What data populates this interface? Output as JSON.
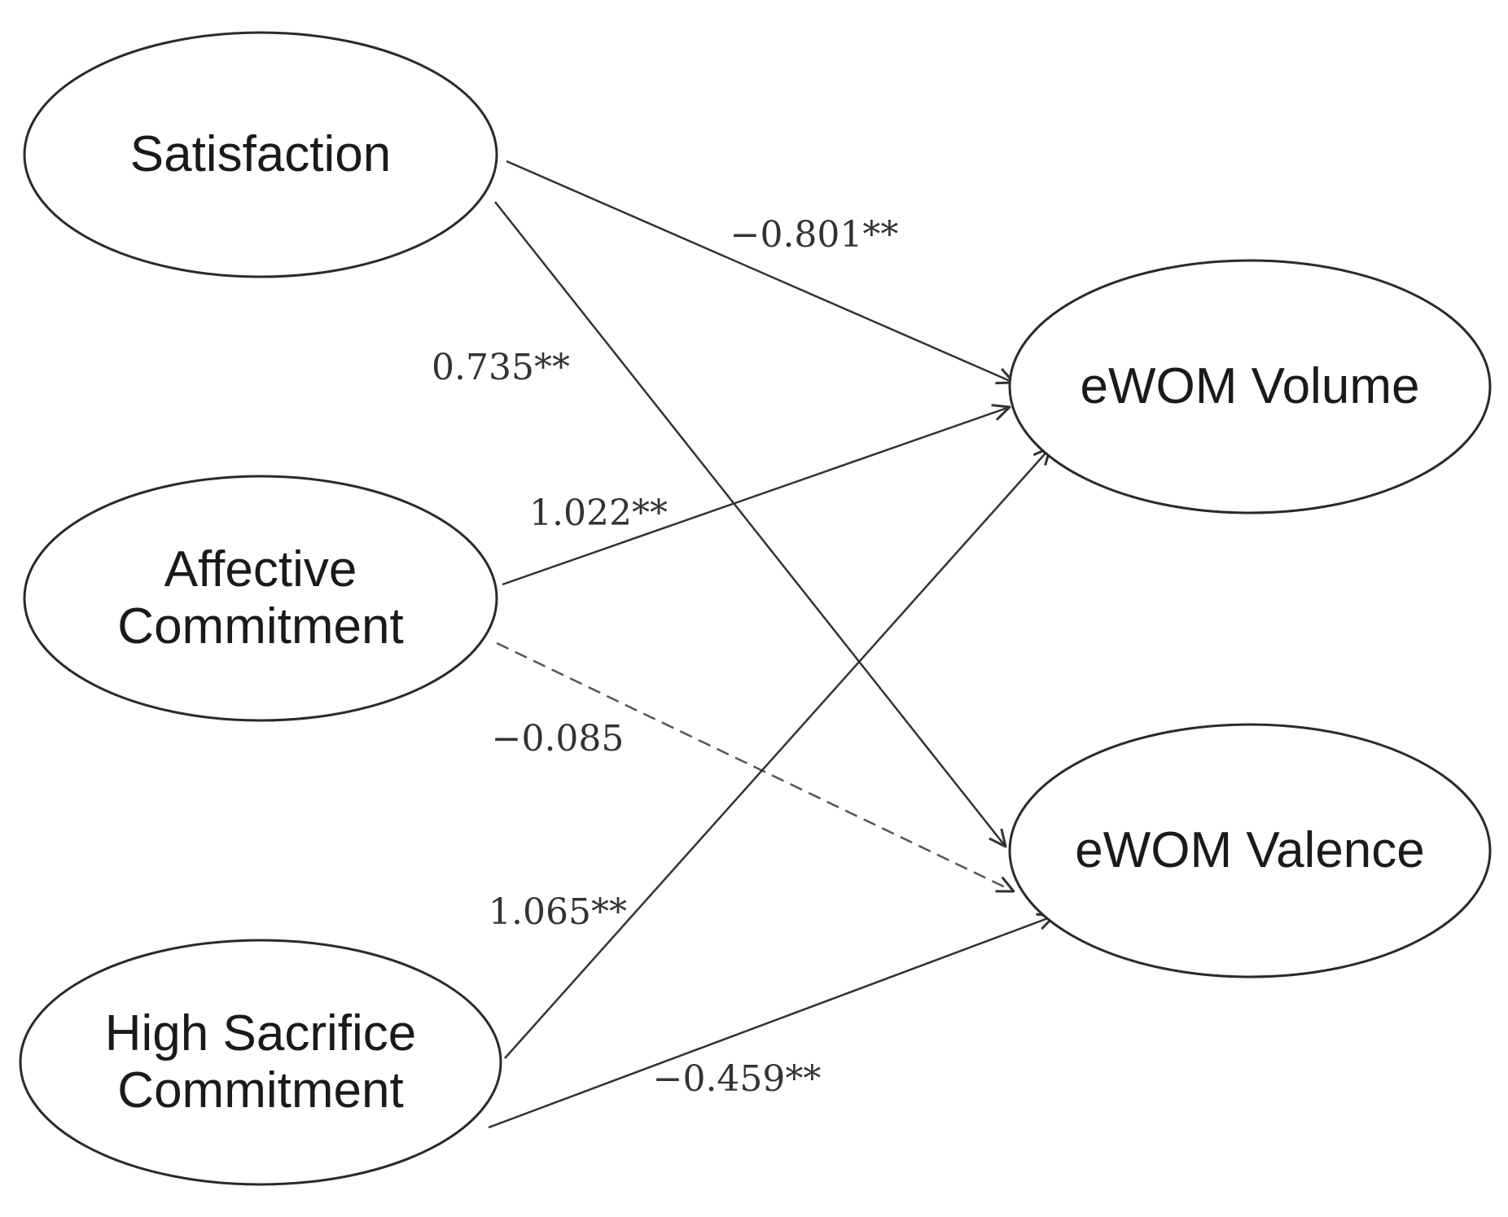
{
  "nodes": [
    {
      "id": "satisfaction",
      "lines": [
        "Satisfaction"
      ]
    },
    {
      "id": "affective",
      "lines": [
        "Affective",
        "Commitment"
      ]
    },
    {
      "id": "high-sacrifice",
      "lines": [
        "High Sacrifice",
        "Commitment"
      ]
    },
    {
      "id": "volume",
      "lines": [
        "eWOM Volume"
      ]
    },
    {
      "id": "valence",
      "lines": [
        "eWOM Valence"
      ]
    }
  ],
  "edges": [
    {
      "from": "satisfaction",
      "to": "volume",
      "label": "−0.801**",
      "dashed": false
    },
    {
      "from": "satisfaction",
      "to": "valence",
      "label": "0.735**",
      "dashed": false
    },
    {
      "from": "affective",
      "to": "volume",
      "label": "1.022**",
      "dashed": false
    },
    {
      "from": "affective",
      "to": "valence",
      "label": "−0.085",
      "dashed": true
    },
    {
      "from": "high-sacrifice",
      "to": "volume",
      "label": "1.065**",
      "dashed": false
    },
    {
      "from": "high-sacrifice",
      "to": "valence",
      "label": "−0.459**",
      "dashed": false
    }
  ],
  "colors": {
    "stroke": "#2a2a2a",
    "text": "#1a1a1a",
    "background": "#ffffff"
  }
}
